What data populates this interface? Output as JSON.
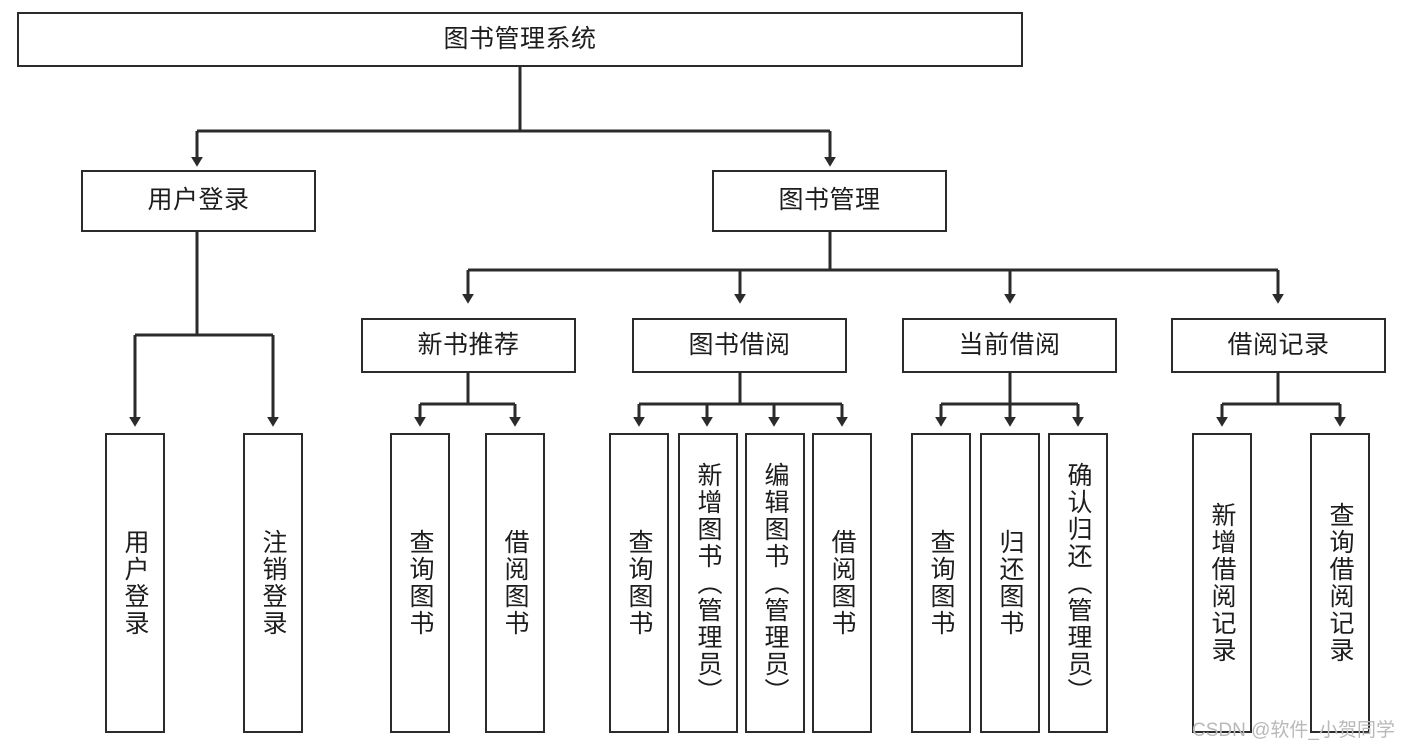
{
  "diagram": {
    "title": "图书管理系统",
    "type": "tree-hierarchy-chart",
    "orientation": "top-down",
    "colors": {
      "box_stroke": "#2b2b2b",
      "box_fill": "#ffffff",
      "edge": "#2b2b2b",
      "text": "#1d1d1d",
      "watermark": "#b9b9b9",
      "background": "#ffffff"
    }
  },
  "watermark": {
    "text": "CSDN @软件_小贺同学"
  },
  "nodes": {
    "root": {
      "label": "图书管理系统"
    },
    "level2": [
      {
        "id": "user-login",
        "label": "用户登录"
      },
      {
        "id": "book-manage",
        "label": "图书管理"
      }
    ],
    "level3": [
      {
        "id": "new-book-recommend",
        "label": "新书推荐"
      },
      {
        "id": "book-borrow",
        "label": "图书借阅"
      },
      {
        "id": "current-borrow",
        "label": "当前借阅"
      },
      {
        "id": "borrow-record",
        "label": "借阅记录"
      }
    ],
    "leaves": [
      {
        "id": "leaf-user-login",
        "label": "用户登录",
        "parent": "user-login"
      },
      {
        "id": "leaf-user-logout",
        "label": "注销登录",
        "parent": "user-login"
      },
      {
        "id": "leaf-query-book-1",
        "label": "查询图书",
        "parent": "new-book-recommend"
      },
      {
        "id": "leaf-borrow-book-1",
        "label": "借阅图书",
        "parent": "new-book-recommend"
      },
      {
        "id": "leaf-query-book-2",
        "label": "查询图书",
        "parent": "book-borrow"
      },
      {
        "id": "leaf-add-book",
        "label": "新增图书（管理员）",
        "parent": "book-borrow"
      },
      {
        "id": "leaf-edit-book",
        "label": "编辑图书（管理员）",
        "parent": "book-borrow"
      },
      {
        "id": "leaf-borrow-book-2",
        "label": "借阅图书",
        "parent": "book-borrow"
      },
      {
        "id": "leaf-query-book-3",
        "label": "查询图书",
        "parent": "current-borrow"
      },
      {
        "id": "leaf-return-book",
        "label": "归还图书",
        "parent": "current-borrow"
      },
      {
        "id": "leaf-confirm-return",
        "label": "确认归还（管理员）",
        "parent": "current-borrow"
      },
      {
        "id": "leaf-add-record",
        "label": "新增借阅记录",
        "parent": "borrow-record"
      },
      {
        "id": "leaf-query-record",
        "label": "查询借阅记录",
        "parent": "borrow-record"
      }
    ]
  }
}
